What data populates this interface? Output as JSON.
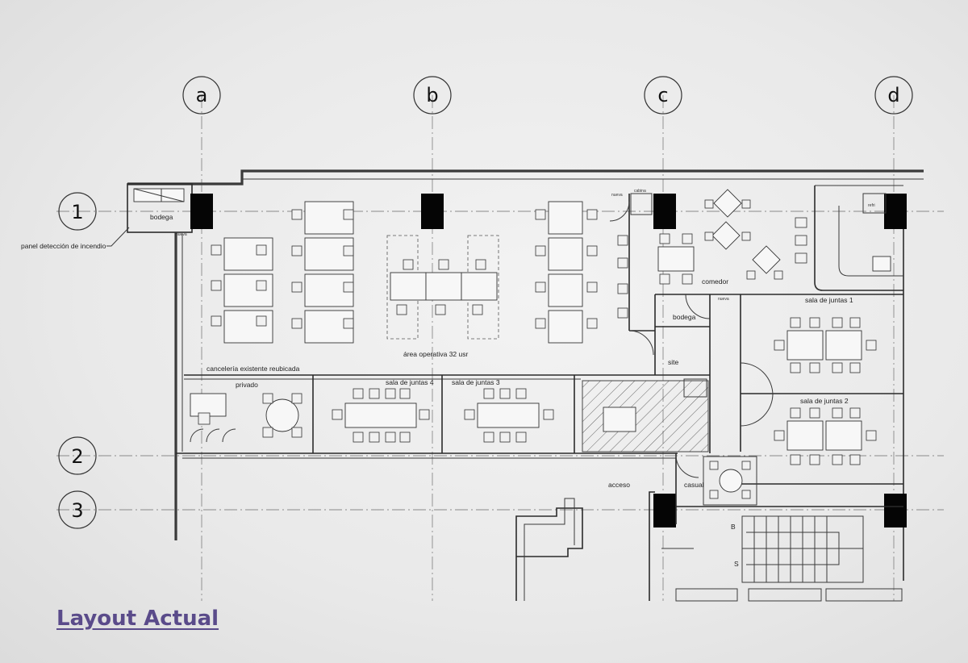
{
  "caption": "Layout Actual",
  "grid_axes": {
    "columns": [
      "a",
      "b",
      "c",
      "d"
    ],
    "rows": [
      "1",
      "2",
      "3"
    ]
  },
  "rooms": {
    "bodega_top": "bodega",
    "panel": "panel detección de incendio",
    "area_operativa": "área operativa 32 usr",
    "cancel": "cancelería existente reubicada",
    "privado": "privado",
    "sala4": "sala de juntas 4",
    "sala3": "sala de juntas 3",
    "cabina": "cabina",
    "nueva1": "nueva",
    "nueva2": "nueva",
    "comedor": "comedor",
    "refri": "refri",
    "bodega2": "bodega",
    "nueva3": "nueva",
    "site": "site",
    "sala1": "sala de juntas 1",
    "sala2": "sala de juntas 2",
    "acceso": "acceso",
    "casual": "casual",
    "stair_b": "B",
    "stair_s": "S"
  }
}
